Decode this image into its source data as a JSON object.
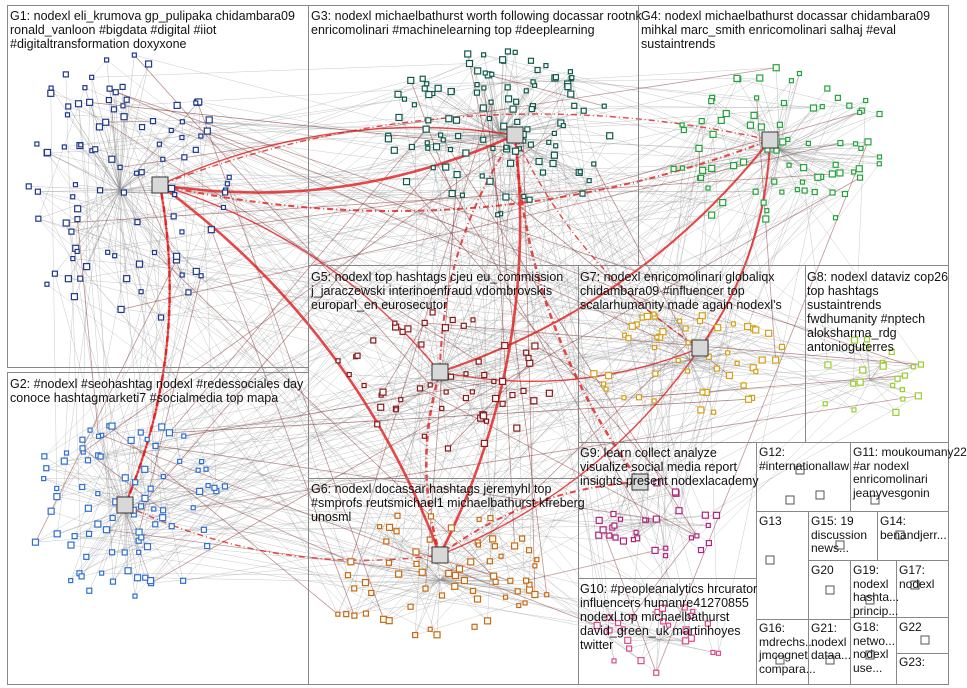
{
  "groups": [
    {
      "id": "G1",
      "text": "G1: nodexl eli_krumova gp_pulipaka chidambara09\nronald_vanloon #bigdata #digital #iiot\n#digitaltransformation doxyxone",
      "color": "#1f3a8a"
    },
    {
      "id": "G2",
      "text": "G2: #nodexl #seohashtag nodexl #redessociales day\nconoce hashtagmarketi7 #socialmedia top mapa",
      "color": "#2f6fd0"
    },
    {
      "id": "G3",
      "text": "G3: nodexl michaelbathurst worth following docassar rootnk\nenricomolinari #machinelearning top #deeplearning",
      "color": "#0f5a4a"
    },
    {
      "id": "G4",
      "text": "G4: nodexl michaelbathurst docassar chidambara09\nmihkal marc_smith enricomolinari salhaj #eval\nsustaintrends",
      "color": "#22a33a"
    },
    {
      "id": "G5",
      "text": "G5: nodexl top hashtags cjeu eu_commission\nj_jaraczewski interinoenfraud vdombrovskis\neuroparl_en eurosecutor",
      "color": "#8b1a1a"
    },
    {
      "id": "G6",
      "text": "G6: nodexl docassar hashtags jeremyhl top\n#smprofs reutsmichael1 michaelbathurst kfreberg\nunosml",
      "color": "#c76a10"
    },
    {
      "id": "G7",
      "text": "G7: nodexl enricomolinari globaliqx\nchidambara09 #influencer top\nscalarhumanity made again nodexl's",
      "color": "#d4a017"
    },
    {
      "id": "G8",
      "text": "G8: nodexl dataviz cop26\ntop hashtags\nsustaintrends\nfwdhumanity #nptech\naloksharma_rdg\nantonioguterres",
      "color": "#9acd32"
    },
    {
      "id": "G9",
      "text": "G9: learn collect analyze\nvisualize social media report\ninsights present nodexlacademy",
      "color": "#b0247a"
    },
    {
      "id": "G10",
      "text": "G10: #peopleanalytics hrcurator\ninfluencers humanre41270855\nnodexl top michaelbathurst\ndavid_green_uk martinhoyes\ntwitter",
      "color": "#e04a8a"
    },
    {
      "id": "G11",
      "text": "G11: moukoumany22\n#ar nodexl\nenricomolinari\njeanyvesgonin",
      "color": "#333333"
    },
    {
      "id": "G12",
      "text": "G12:\n#internationallaw",
      "color": "#333333"
    },
    {
      "id": "G13",
      "text": "G13",
      "color": "#333333"
    },
    {
      "id": "G14",
      "text": "G14:\nbenandjerr...",
      "color": "#333333"
    },
    {
      "id": "G15",
      "text": "G15: 19\ndiscussion\nnews...",
      "color": "#333333"
    },
    {
      "id": "G16",
      "text": "G16:\nmdrechs...\njmcognet\ncompara...",
      "color": "#333333"
    },
    {
      "id": "G17",
      "text": "G17:\nnodexl",
      "color": "#333333"
    },
    {
      "id": "G18",
      "text": "G18:\nnetwo...\nnodexl\nuse...",
      "color": "#333333"
    },
    {
      "id": "G19",
      "text": "G19:\nnodexl\nhashta...\nprincip...",
      "color": "#333333"
    },
    {
      "id": "G20",
      "text": "G20",
      "color": "#333333"
    },
    {
      "id": "G21",
      "text": "G21:\nnodexl\ndataa...",
      "color": "#333333"
    },
    {
      "id": "G22",
      "text": "G22",
      "color": "#333333"
    },
    {
      "id": "G23",
      "text": "G23:",
      "color": "#333333"
    }
  ],
  "colors": {
    "edge_gray": "#8a8a8a",
    "edge_red": "#e01b1b",
    "edge_brown": "#8b3a3a",
    "box_border": "#888888"
  }
}
